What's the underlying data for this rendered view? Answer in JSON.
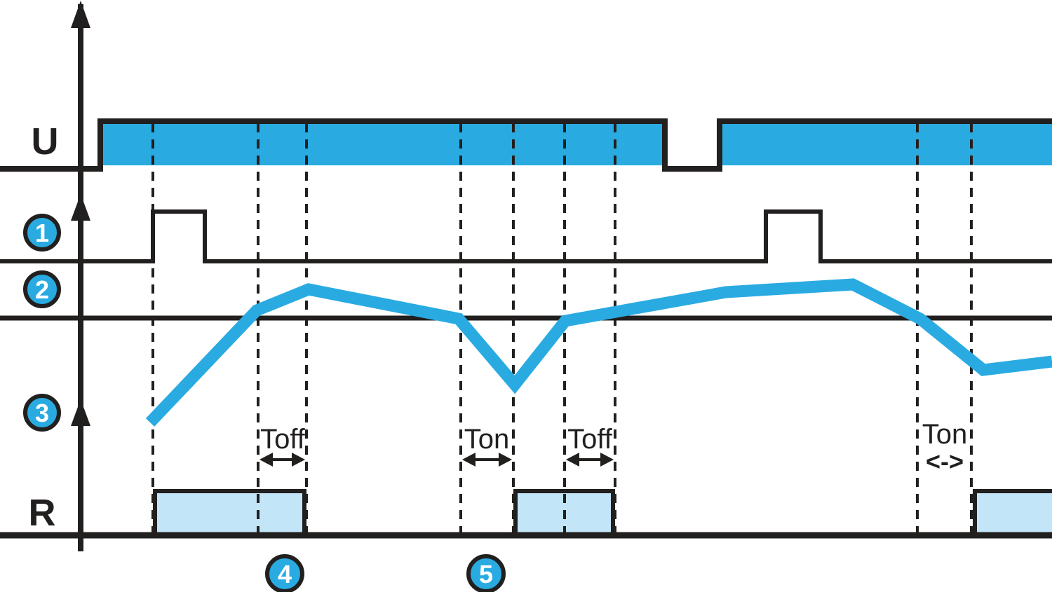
{
  "colors": {
    "accent_blue": "#29abe2",
    "light_blue": "#c2e5f8",
    "line_black": "#221f1f",
    "background": "#ffffff",
    "marker_text": "#ffffff"
  },
  "labels": {
    "u_axis": "U",
    "r_axis": "R"
  },
  "timing": {
    "toff_first": "Toff",
    "ton_mid": "Ton",
    "toff_mid": "Toff",
    "ton_right": "Ton",
    "ton_right_arrow": "<->"
  },
  "markers": {
    "one": "1",
    "two": "2",
    "three": "3",
    "four": "4",
    "five": "5"
  }
}
